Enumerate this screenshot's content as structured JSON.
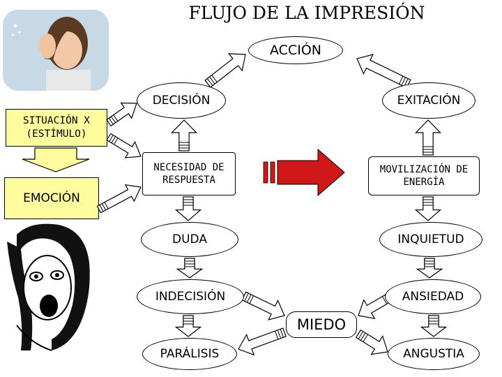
{
  "title": "FLUJO DE LA IMPRESIÓN",
  "left": {
    "situacion": "SITUACIÓN X (ESTÍMULO)",
    "emocion": "EMOCIÓN"
  },
  "nodes": {
    "accion": "ACCIÓN",
    "decision": "DECISIÓN",
    "exitacion": "EXITACIÓN",
    "necesidad": "NECESIDAD DE RESPUESTA",
    "movilizacion": "MOVILIZACIÓN DE ENERGÍA",
    "duda": "DUDA",
    "inquietud": "INQUIETUD",
    "indecision": "INDECISIÓN",
    "ansiedad": "ANSIEDAD",
    "miedo": "MIEDO",
    "paralisis": "PARÁLISIS",
    "angustia": "ANGUSTIA"
  },
  "colors": {
    "yellow": "#fdfd9e",
    "red_arrow": "#d01818"
  }
}
